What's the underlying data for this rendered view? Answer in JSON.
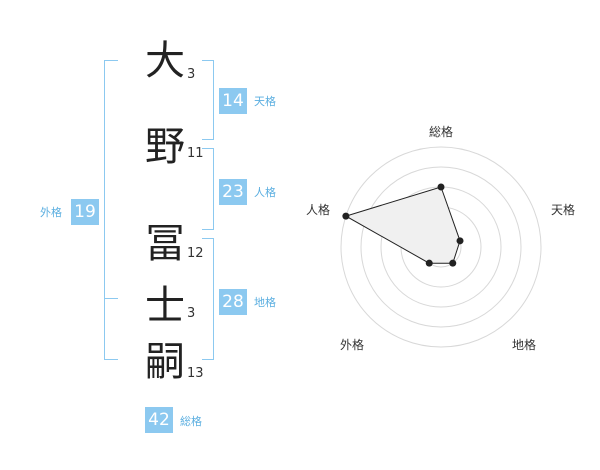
{
  "name": {
    "chars": [
      {
        "char": "大",
        "strokes": "3"
      },
      {
        "char": "野",
        "strokes": "11"
      },
      {
        "char": "冨",
        "strokes": "12"
      },
      {
        "char": "士",
        "strokes": "3"
      },
      {
        "char": "嗣",
        "strokes": "13"
      }
    ]
  },
  "fortunes": {
    "tenkaku": {
      "value": "14",
      "label": "天格"
    },
    "jinkaku": {
      "value": "23",
      "label": "人格"
    },
    "chikaku": {
      "value": "28",
      "label": "地格"
    },
    "gaikaku": {
      "value": "19",
      "label": "外格"
    },
    "soukaku": {
      "value": "42",
      "label": "総格"
    }
  },
  "colors": {
    "accent": "#8cc9f0",
    "label": "#5aaee0",
    "polygon_fill": "#f0f0f0",
    "polygon_stroke": "#222222",
    "grid": "#d8d8d8"
  },
  "chart_data": {
    "type": "radar",
    "axes": [
      "総格",
      "天格",
      "地格",
      "外格",
      "人格"
    ],
    "levels": 5,
    "max": 5,
    "values": [
      3,
      1,
      1,
      1,
      5
    ]
  }
}
